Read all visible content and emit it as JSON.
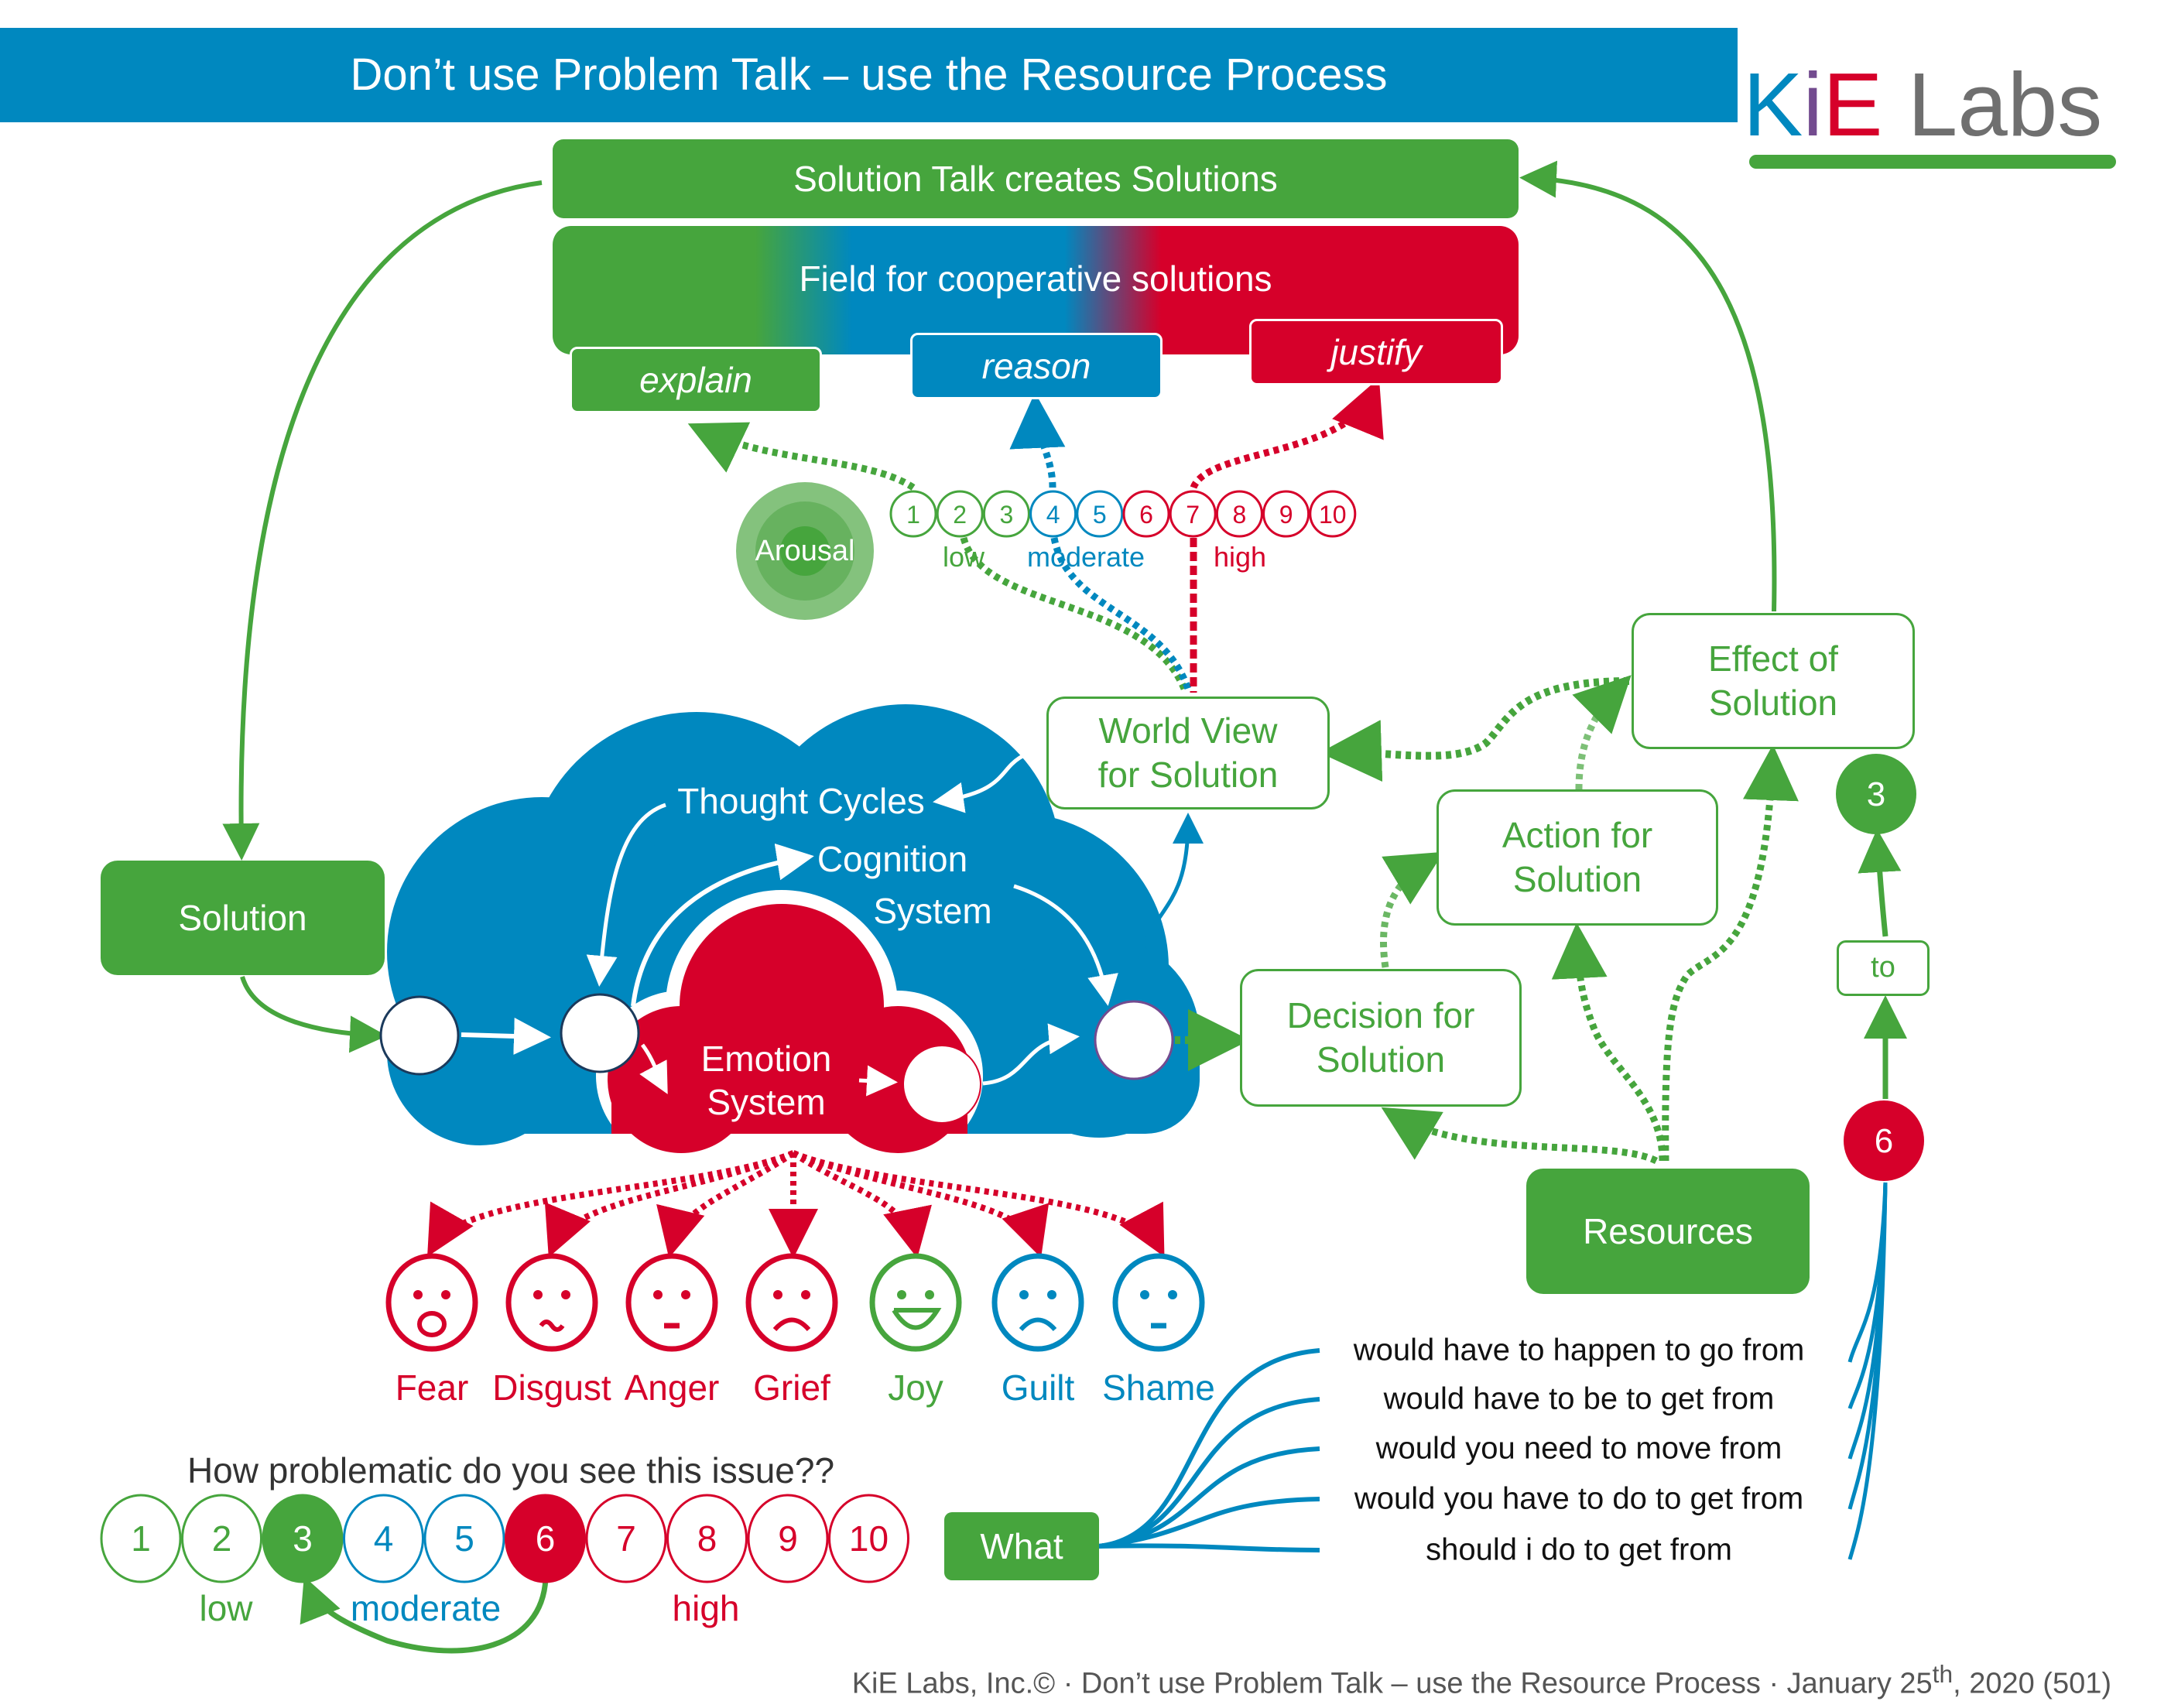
{
  "header": {
    "title": "Don’t use Problem Talk – use the Resource Process",
    "logo": {
      "part_k": "K",
      "part_i": "i",
      "part_e": "E",
      "part_labs": " Labs"
    }
  },
  "colors": {
    "blue": "#0088bf",
    "green": "#46a53d",
    "red": "#d6002a",
    "purple": "#734b8f",
    "gray": "#6f6f6f"
  },
  "top": {
    "solution_talk": "Solution Talk creates Solutions",
    "field": "Field for cooperative solutions",
    "verbs": {
      "explain": "explain",
      "reason": "reason",
      "justify": "justify"
    }
  },
  "arousal": {
    "label": "Arousal",
    "scale": [
      "1",
      "2",
      "3",
      "4",
      "5",
      "6",
      "7",
      "8",
      "9",
      "10"
    ],
    "scale_colors": [
      "green",
      "green",
      "green",
      "blue",
      "blue",
      "red",
      "red",
      "red",
      "red",
      "red"
    ],
    "bands": {
      "low": "low",
      "moderate": "moderate",
      "high": "high"
    }
  },
  "cloud": {
    "thought_cycles": "Thought Cycles",
    "cognition_line1": "Cognition",
    "cognition_line2": "System",
    "emotion_line1": "Emotion",
    "emotion_line2": "System"
  },
  "process": {
    "solution": "Solution",
    "world_view_line1": "World View",
    "world_view_line2": "for Solution",
    "effect_line1": "Effect of",
    "effect_line2": "Solution",
    "action_line1": "Action for",
    "action_line2": "Solution",
    "decision_line1": "Decision for",
    "decision_line2": "Solution",
    "resources": "Resources",
    "target_value": "3",
    "to_label": "to",
    "start_value": "6"
  },
  "emotions": [
    {
      "name": "Fear",
      "color": "red"
    },
    {
      "name": "Disgust",
      "color": "red"
    },
    {
      "name": "Anger",
      "color": "red"
    },
    {
      "name": "Grief",
      "color": "red"
    },
    {
      "name": "Joy",
      "color": "green"
    },
    {
      "name": "Guilt",
      "color": "blue"
    },
    {
      "name": "Shame",
      "color": "blue"
    }
  ],
  "rating": {
    "question": "How problematic do you see this issue??",
    "scale": [
      "1",
      "2",
      "3",
      "4",
      "5",
      "6",
      "7",
      "8",
      "9",
      "10"
    ],
    "scale_colors": [
      "green",
      "green",
      "green",
      "blue",
      "blue",
      "red",
      "red",
      "red",
      "red",
      "red"
    ],
    "selected_from": "6",
    "selected_to": "3",
    "bands": {
      "low": "low",
      "moderate": "moderate",
      "high": "high"
    }
  },
  "what": {
    "label": "What",
    "phrases": [
      "would have to happen to go from",
      "would have to be to get from",
      "would you need to move from",
      "would you have to do to get from",
      "should i do to get from"
    ]
  },
  "footer": {
    "text_before_sup": "KiE Labs, Inc.© · Don’t use Problem Talk – use the Resource Process · January 25",
    "sup": "th",
    "text_after_sup": ", 2020 (501)"
  }
}
